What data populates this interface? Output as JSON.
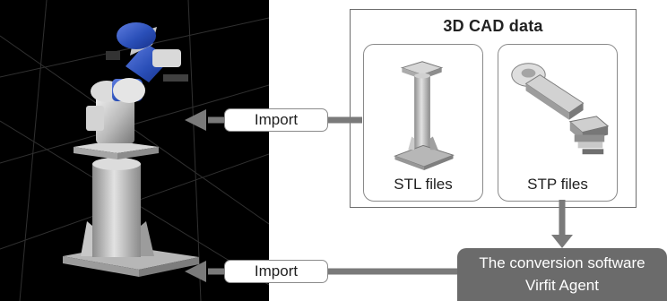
{
  "cad_panel": {
    "title": "3D CAD data",
    "files": [
      {
        "label": "STL files",
        "icon": "pillar-part-icon"
      },
      {
        "label": "STP files",
        "icon": "robot-arm-part-icon"
      }
    ]
  },
  "import_labels": [
    "Import",
    "Import"
  ],
  "converter": {
    "line1": "The conversion software",
    "line2": "Virfit Agent"
  },
  "colors": {
    "viewport_background": "#000000",
    "arrow_gray": "#7a7a7a",
    "converter_gray": "#6b6b6b",
    "robot_blue": "#2a4fb8"
  }
}
